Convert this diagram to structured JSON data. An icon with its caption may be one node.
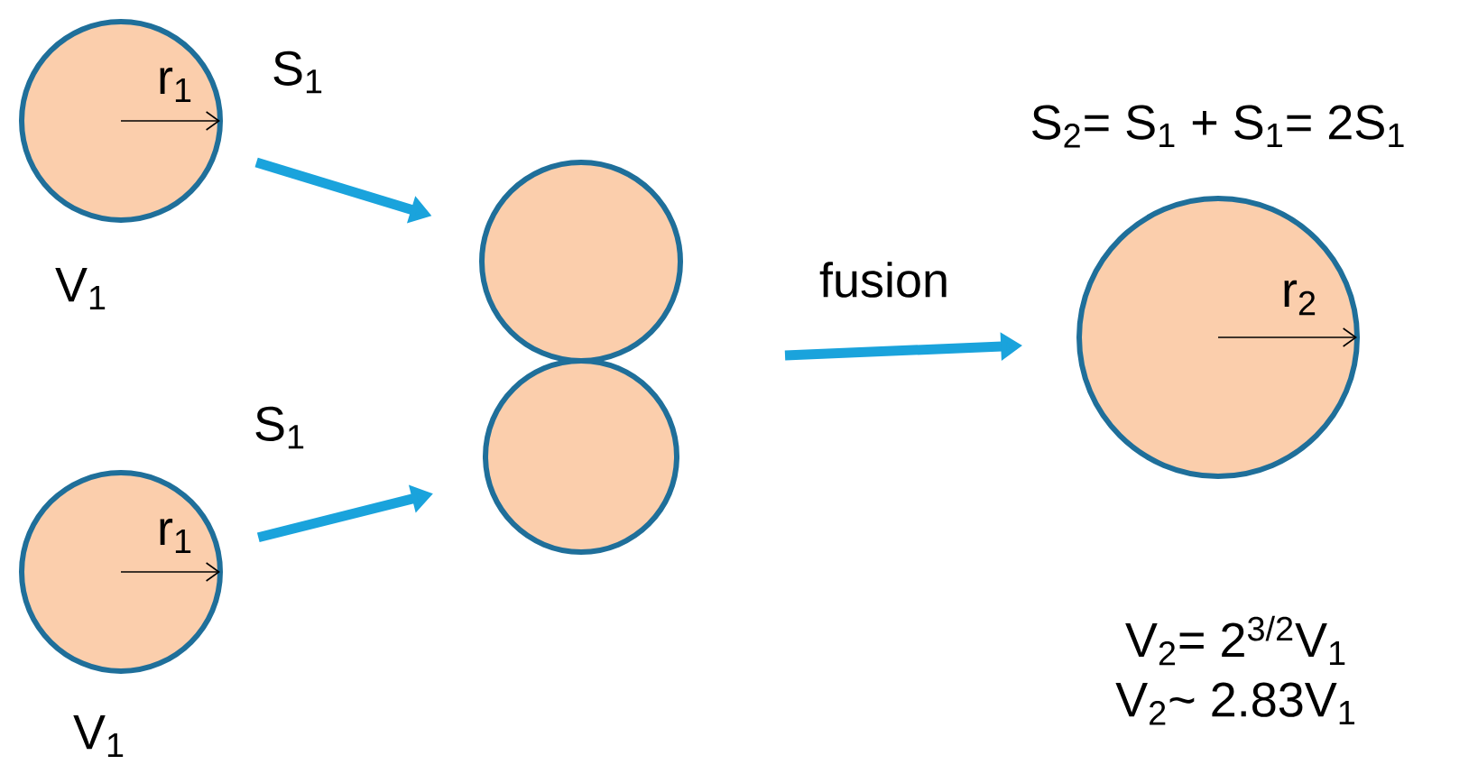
{
  "diagram": {
    "nodes": [
      {
        "text": [
          "r$_{1}$"
        ],
        "beside": [
          "S$_{1}$",
          "V$_{1}$"
        ]
      },
      {
        "text": [
          "r$_{1}$"
        ],
        "beside": [
          "S$_{1}$",
          "V$_{1}$"
        ]
      },
      {
        "text": [],
        "shape": "circle"
      },
      {
        "text": [],
        "shape": "circle"
      },
      {
        "text": [
          "r$_{2}$"
        ],
        "beside": [
          "S$_{2}$= S$_{1}$ + S$_{1}$= 2S$_{1}$",
          "V$_{2}$= 2$^{3/2}$V$_{1}$",
          "V$_{2}$~ 2.83V$_{1}$"
        ]
      }
    ],
    "edges": [
      {
        "from": 0,
        "to": 2,
        "arrow": "to"
      },
      {
        "from": 1,
        "to": 3,
        "arrow": "to"
      },
      {
        "from": null,
        "to": 4,
        "arrow": "to",
        "label": "fusion"
      }
    ]
  }
}
